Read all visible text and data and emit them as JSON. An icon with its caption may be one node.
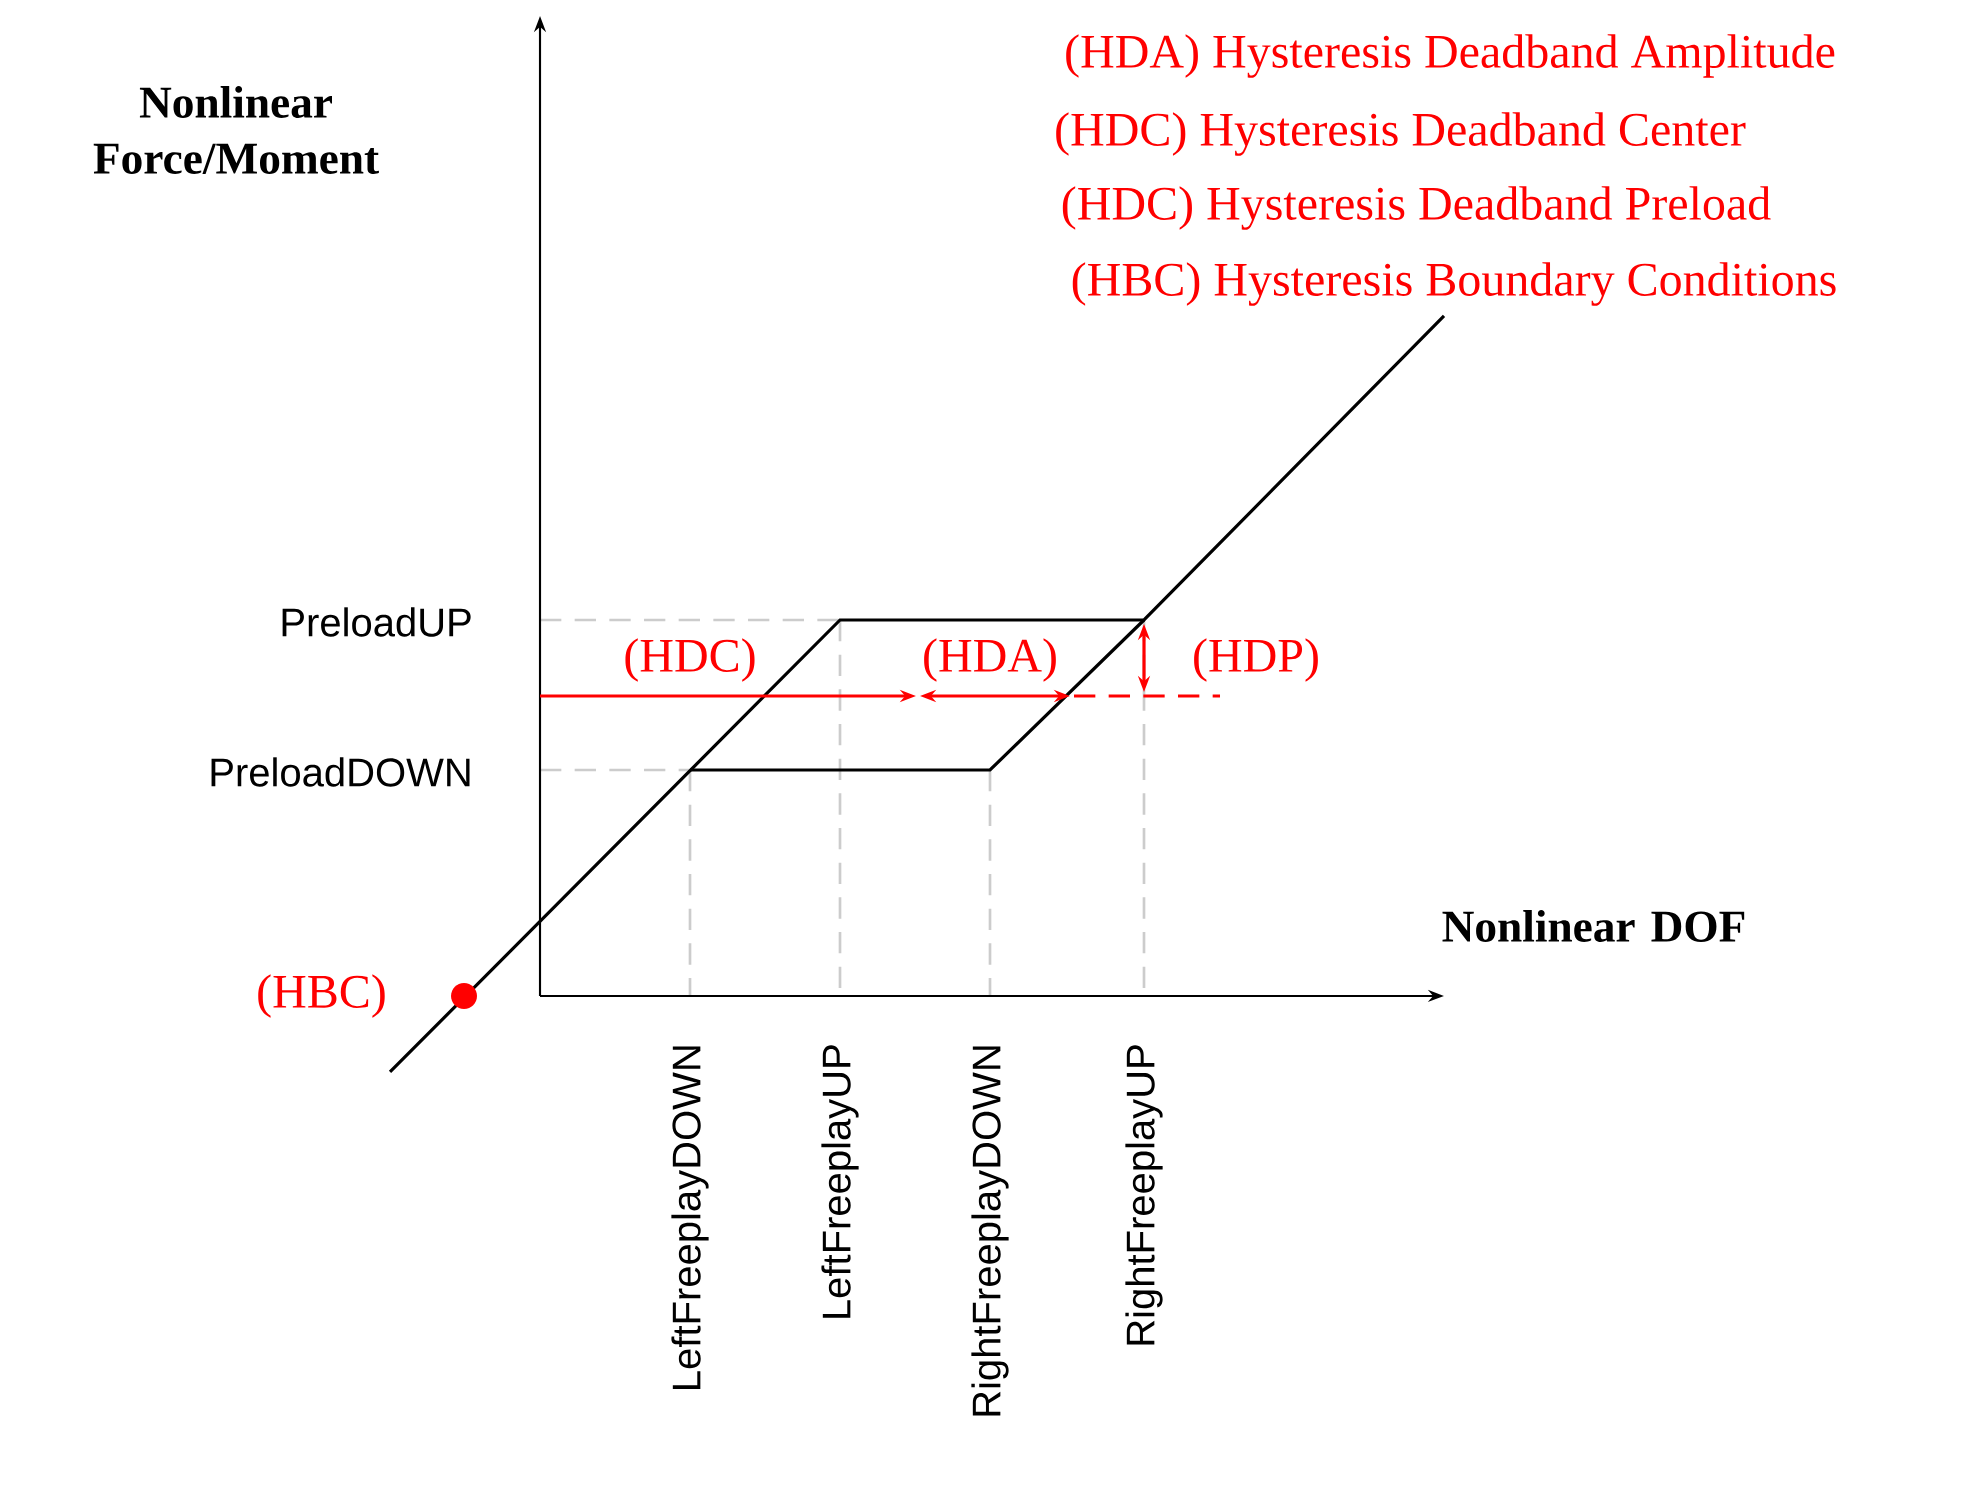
{
  "diagram": {
    "labels": [
      "Nonlinear Force/Moment",
      "(HDA) Hysteresis Deadband Amplitude",
      "(HDC) Hysteresis Deadband Center",
      "(HDC) Hysteresis Deadband Preload",
      "(HBC) Hysteresis Boundary Conditions",
      "PreloadUP",
      "(HDC)",
      "(HDA)",
      "(HDP)",
      "PreloadDOWN",
      "Nonlinear DOF",
      "(HBC)",
      "LeftFreeplayDOWN",
      "LeftFreeplayUP",
      "RightFreeplayDOWN",
      "RightFreeplayUP"
    ]
  }
}
